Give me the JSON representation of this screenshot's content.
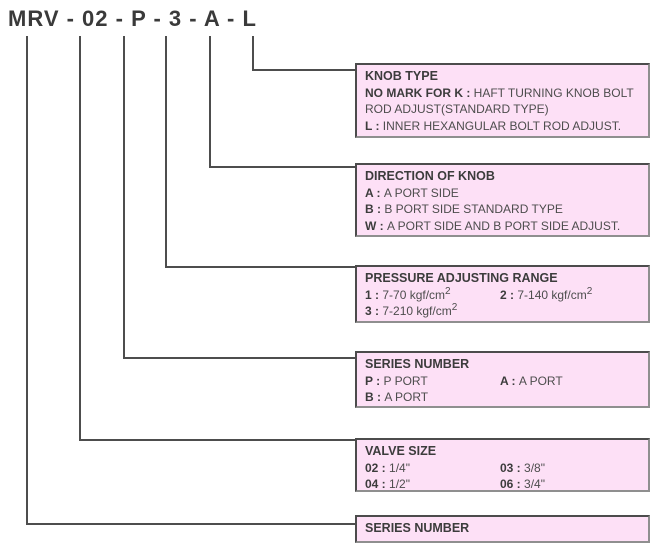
{
  "model_code": {
    "segments": [
      "MRV",
      "02",
      "P",
      "3",
      "A",
      "L"
    ],
    "separator": " - "
  },
  "boxes": [
    {
      "id": "knob-type",
      "title": "KNOB TYPE",
      "entries": [
        {
          "key": "NO MARK FOR K",
          "value": "HAFT TURNING KNOB BOLT ROD ADJUST(STANDARD TYPE)"
        },
        {
          "key": "L",
          "value": "INNER HEXANGULAR BOLT ROD ADJUST."
        }
      ]
    },
    {
      "id": "direction-of-knob",
      "title": "DIRECTION OF KNOB",
      "entries": [
        {
          "key": "A",
          "value": "A PORT SIDE"
        },
        {
          "key": "B",
          "value": "B PORT SIDE STANDARD TYPE"
        },
        {
          "key": "W",
          "value": "A PORT SIDE AND B PORT SIDE ADJUST."
        }
      ]
    },
    {
      "id": "pressure-adjusting-range",
      "title": "PRESSURE ADJUSTING RANGE",
      "entries": [
        {
          "key": "1",
          "value": "7-70 kgf/cm",
          "sup": "2"
        },
        {
          "key": "2",
          "value": "7-140 kgf/cm",
          "sup": "2"
        },
        {
          "key": "3",
          "value": "7-210 kgf/cm",
          "sup": "2"
        }
      ]
    },
    {
      "id": "series-number-port",
      "title": "SERIES NUMBER",
      "entries": [
        {
          "key": "P",
          "value": "P PORT"
        },
        {
          "key": "A",
          "value": "A PORT"
        },
        {
          "key": "B",
          "value": "A PORT"
        }
      ]
    },
    {
      "id": "valve-size",
      "title": "VALVE SIZE",
      "entries": [
        {
          "key": "02",
          "value": "1/4\""
        },
        {
          "key": "03",
          "value": "3/8\""
        },
        {
          "key": "04",
          "value": "1/2\""
        },
        {
          "key": "06",
          "value": "3/4\""
        }
      ]
    },
    {
      "id": "series-number",
      "title": "SERIES NUMBER",
      "entries": []
    }
  ],
  "colors": {
    "box_fill": "#fde0f6",
    "box_border_dark": "#4c4c4c",
    "box_border_light": "#8f8f8f",
    "text": "#4d4d4d",
    "code_text": "#3a3a3a"
  }
}
